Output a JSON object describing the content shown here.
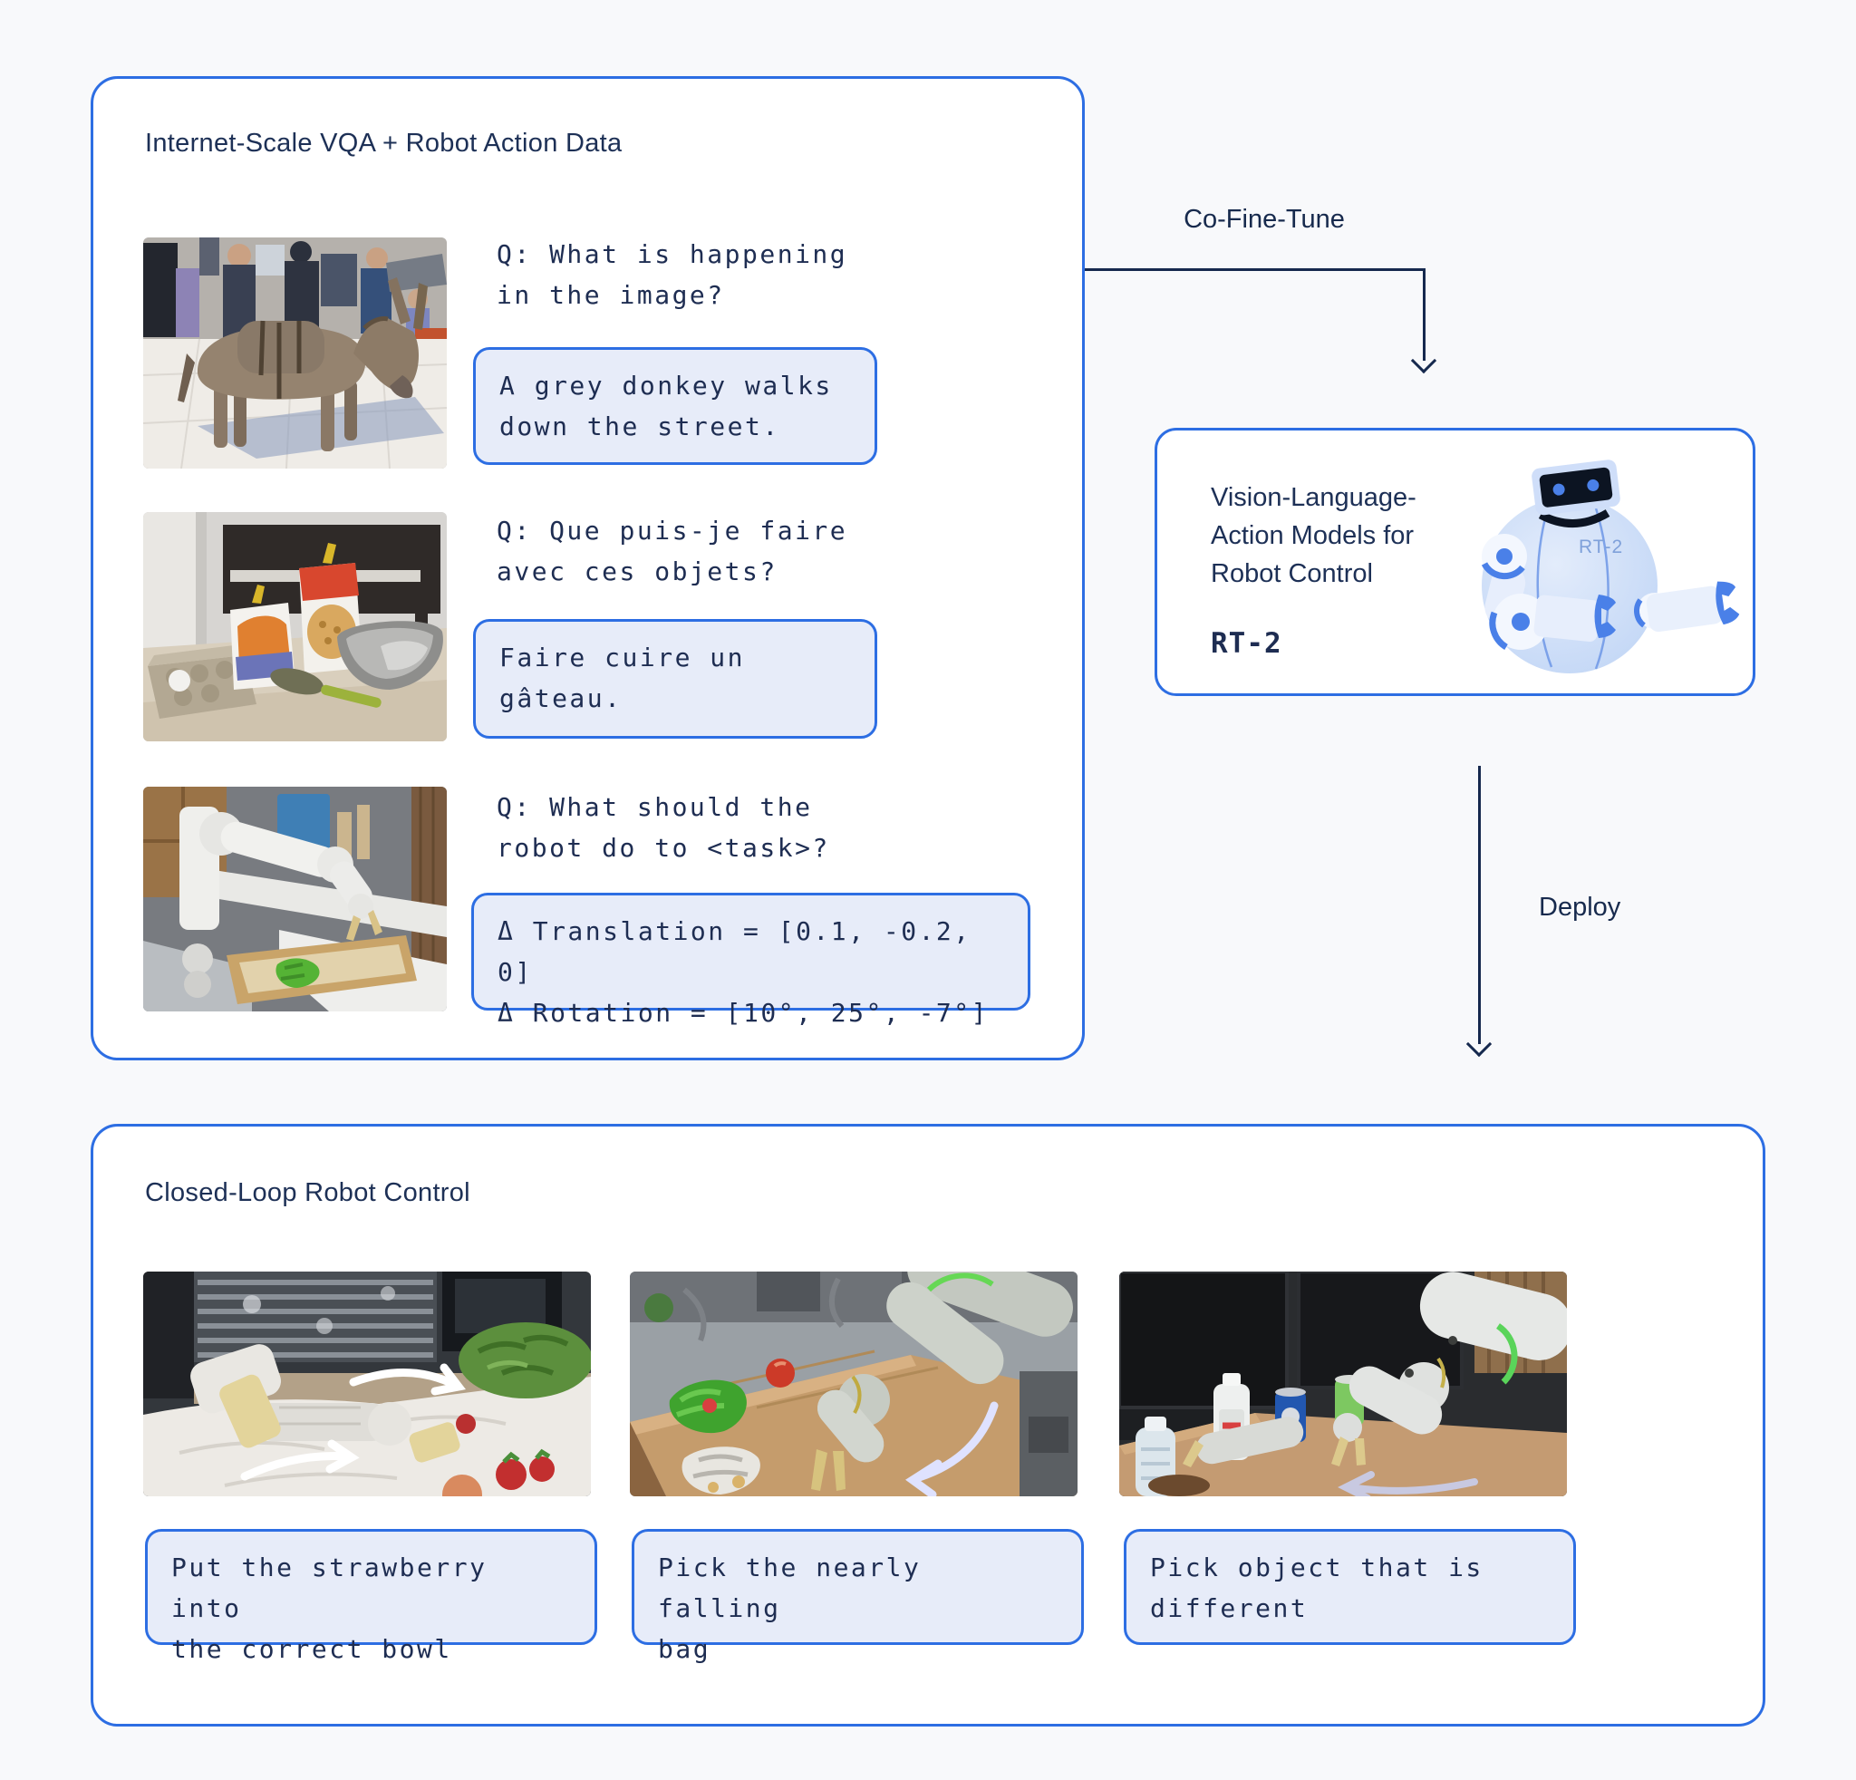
{
  "diagram": {
    "vqa_box": {
      "title": "Internet-Scale VQA + Robot Action Data",
      "rows": [
        {
          "photo": "grey donkey walking down a street past a crowd",
          "question": "Q: What is happening\nin the image?",
          "answer": "A grey donkey walks\ndown the street."
        },
        {
          "photo": "baking ingredients: egg carton, flour bags, metal bowl, spoon",
          "question": "Q: Que puis-je faire\navec ces objets?",
          "answer": "Faire cuire un\ngâteau."
        },
        {
          "photo": "white robot arm reaching over a counter with an open drawer",
          "question": "Q: What should the\nrobot do to <task>?",
          "answer": "Δ Translation = [0.1, -0.2, 0]\nΔ Rotation = [10°, 25°, -7°]"
        }
      ]
    },
    "cofinetune_label": "Co-Fine-Tune",
    "deploy_label": "Deploy",
    "model_box": {
      "title": "Vision-Language-\nAction Models for\nRobot Control",
      "model_name": "RT-2",
      "robot_badge": "RT-2"
    },
    "control_box": {
      "title": "Closed-Loop Robot Control",
      "items": [
        {
          "photo": "robot gripper over paper with strawberries and green beans",
          "caption": "Put the strawberry into\nthe correct bowl"
        },
        {
          "photo": "robot arm reaching down to a bag at the table edge",
          "caption": "Pick the nearly falling\nbag"
        },
        {
          "photo": "robot arm with green ring over desk with bottles and cans",
          "caption": "Pick object that is\ndifferent"
        }
      ]
    },
    "colors": {
      "accent": "#2d6ee3",
      "navy_text": "#1d3056",
      "bubble_bg": "#e7ecf9",
      "page_bg": "#f8f9fb"
    }
  }
}
